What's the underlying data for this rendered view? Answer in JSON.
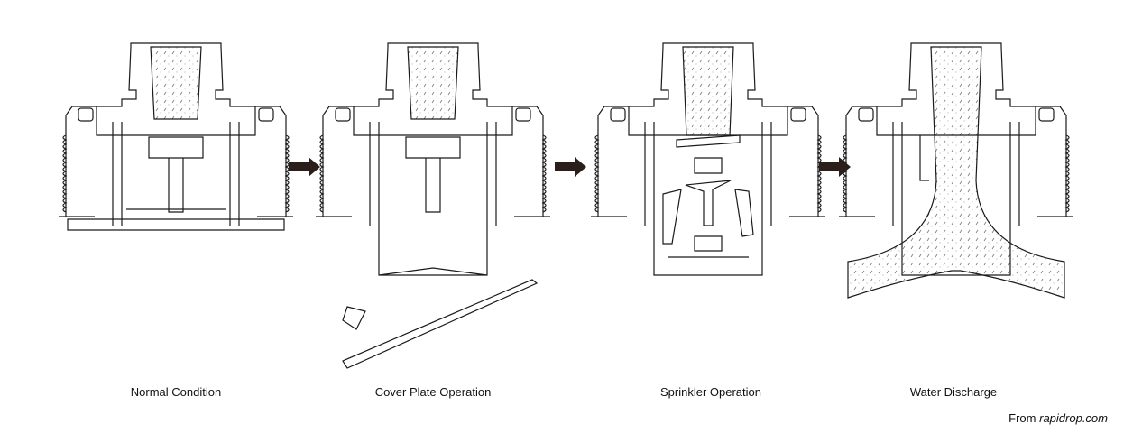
{
  "panels": [
    {
      "caption": "Normal Condition",
      "state": "normal"
    },
    {
      "caption": "Cover Plate Operation",
      "state": "cover"
    },
    {
      "caption": "Sprinkler Operation",
      "state": "sprinkler"
    },
    {
      "caption": "Water Discharge",
      "state": "water"
    }
  ],
  "credit": {
    "prefix": "From",
    "source": "rapidrop.com"
  },
  "colors": {
    "line": "#1a1a1a",
    "arrow": "#2a1f1a"
  }
}
